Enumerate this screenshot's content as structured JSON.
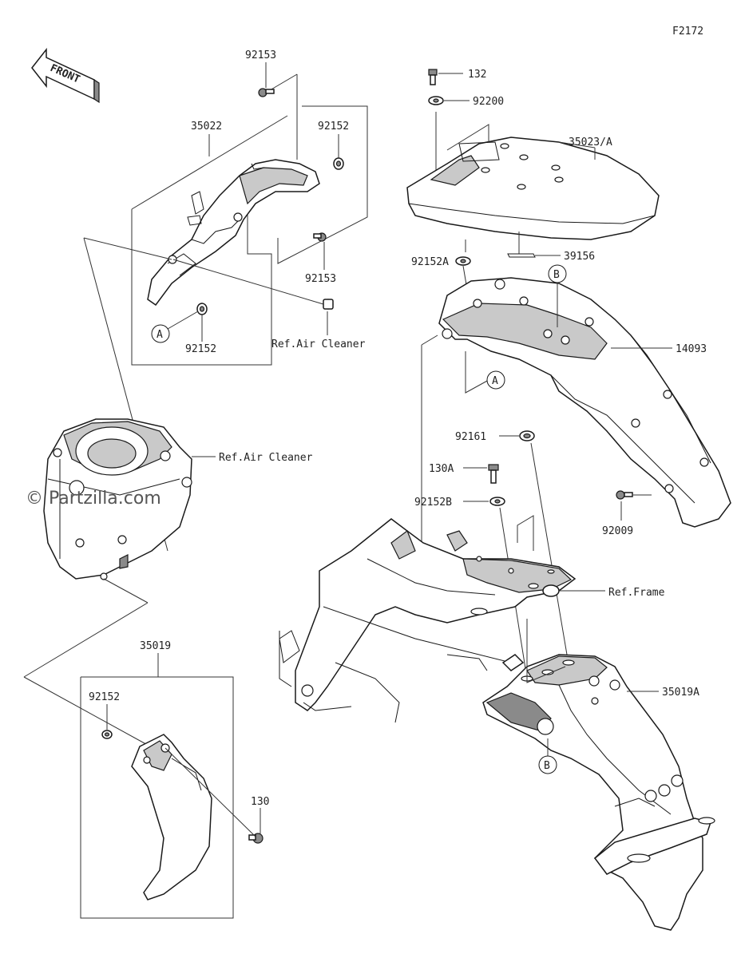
{
  "diagram_code": "F2172",
  "front_arrow": "FRONT",
  "watermark": "© Partzilla.com",
  "parts": {
    "p92153_top": "92153",
    "p35022": "35022",
    "p92152_top": "92152",
    "p92153_mid": "92153",
    "p92152_left": "92152",
    "ref_air_cleaner_1": "Ref.Air Cleaner",
    "ref_air_cleaner_2": "Ref.Air Cleaner",
    "p132": "132",
    "p92200": "92200",
    "p35023A": "35023/A",
    "p39156": "39156",
    "p92152A": "92152A",
    "p14093": "14093",
    "p92161": "92161",
    "p130A": "130A",
    "p92152B": "92152B",
    "p92009": "92009",
    "ref_frame": "Ref.Frame",
    "p35019A": "35019A",
    "p35019": "35019",
    "p92152_bottom": "92152",
    "p130": "130"
  },
  "callouts": {
    "a1": "A",
    "a2": "A",
    "b1": "B",
    "b2": "B"
  }
}
